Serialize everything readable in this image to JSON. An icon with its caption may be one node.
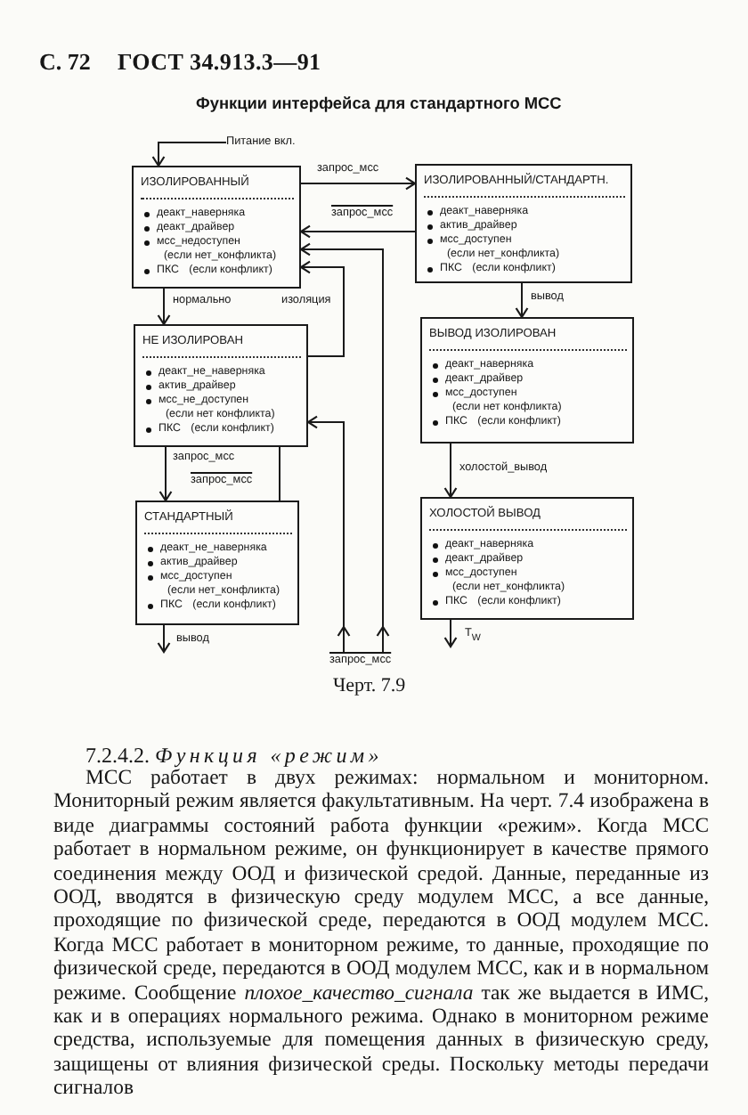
{
  "diagram": {
    "title": "Функции интерфейса для стандартного МСС",
    "caption": "Черт. 7.9",
    "nodes": [
      {
        "text": [
          "Питание вкл."
        ]
      },
      {
        "text": [
          "ИЗОЛИРОВАННЫЙ",
          "деакт_наверняка",
          "деакт_драйвер",
          "мсс_недоступен (если нет_конфликта)",
          "ПКС (если конфликт)"
        ]
      },
      {
        "text": [
          "ИЗОЛИРОВАННЫЙ/СТАНДАРТН.",
          "деакт_наверняка",
          "актив_драйвер",
          "мсс_доступен (если нет_конфликта)",
          "ПКС (если конфликт)"
        ]
      },
      {
        "text": [
          "НЕ ИЗОЛИРОВАН",
          "деакт_не_наверняка",
          "актив_драйвер",
          "мсс_не_доступен (если нет конфликта)",
          "ПКС (если конфликт)"
        ]
      },
      {
        "text": [
          "ВЫВОД ИЗОЛИРОВАН",
          "деакт_наверняка",
          "деакт_драйвер",
          "мсс_доступен (если нет конфликта)",
          "ПКС (если конфликт)"
        ]
      },
      {
        "text": [
          "СТАНДАРТНЫЙ",
          "деакт_не_наверняка",
          "актив_драйвер",
          "мсс_доступен (если нет_конфликта)",
          "ПКС (если конфликт)"
        ]
      },
      {
        "text": [
          "ХОЛОСТОЙ ВЫВОД",
          "деакт_наверняка",
          "деакт_драйвер",
          "мсс_доступен (если нет_конфликта)",
          "ПКС (если конфликт)"
        ]
      },
      {
        "text": [
          "запрос_мсс"
        ]
      }
    ],
    "edges": [
      {
        "from": 0,
        "to": 1,
        "arrow": "to"
      },
      {
        "from": 1,
        "to": 2,
        "arrow": "to",
        "label": "запрос_мсс"
      },
      {
        "from": 2,
        "to": 1,
        "arrow": "to",
        "label": "запрос_мсс"
      },
      {
        "from": 7,
        "to": 1,
        "arrow": "to"
      },
      {
        "from": 3,
        "to": 1,
        "arrow": "to",
        "label": "изоляция"
      },
      {
        "from": 1,
        "to": 3,
        "arrow": "to",
        "label": "нормально"
      },
      {
        "from": 7,
        "to": 3,
        "arrow": "to"
      },
      {
        "from": 2,
        "to": 4,
        "arrow": "to",
        "label": "вывод"
      },
      {
        "from": 3,
        "to": 5,
        "arrow": "to",
        "label": "запрос_мсс"
      },
      {
        "from": 5,
        "to": 3,
        "arrow": "none",
        "label": "запрос_мсс"
      },
      {
        "from": 4,
        "to": 6,
        "arrow": "to",
        "label": "холостой_вывод"
      },
      {
        "from": 5,
        "to": null,
        "arrow": "to",
        "label": "вывод"
      },
      {
        "from": 6,
        "to": null,
        "arrow": "to",
        "label": "T$_{W}$"
      }
    ],
    "labels": [
      "С. 72",
      "ГОСТ 34.913.3—91",
      "7.2.4.2. *Функция «режим»*",
      "МСС работает в двух режимах: нормальном и мониторном. Мониторный режим является факультативным. На черт. 7.4 изображена в виде диаграммы состояний работа функции «режим». Когда МСС работает в нормальном режиме, он функционирует в качестве прямого соединения между ООД и физической средой. Данные, переданные из ООД, вводятся в физическую среду модулем МСС, а все данные, проходящие по физической среде, передаются в ООД модулем МСС. Когда МСС работает в мониторном режиме, то данные, проходящие по физической среде, передаются в ООД модулем МСС, как и в нормальном режиме. Сообщение *плохое_качество_сигнала* так же выдается в ИМС, как и в операциях нормального режима. Однако в мониторном режиме средства, используемые для помещения данных в физическую среду, защищены от влияния физической среды. Поскольку методы передачи сигналов"
    ]
  }
}
